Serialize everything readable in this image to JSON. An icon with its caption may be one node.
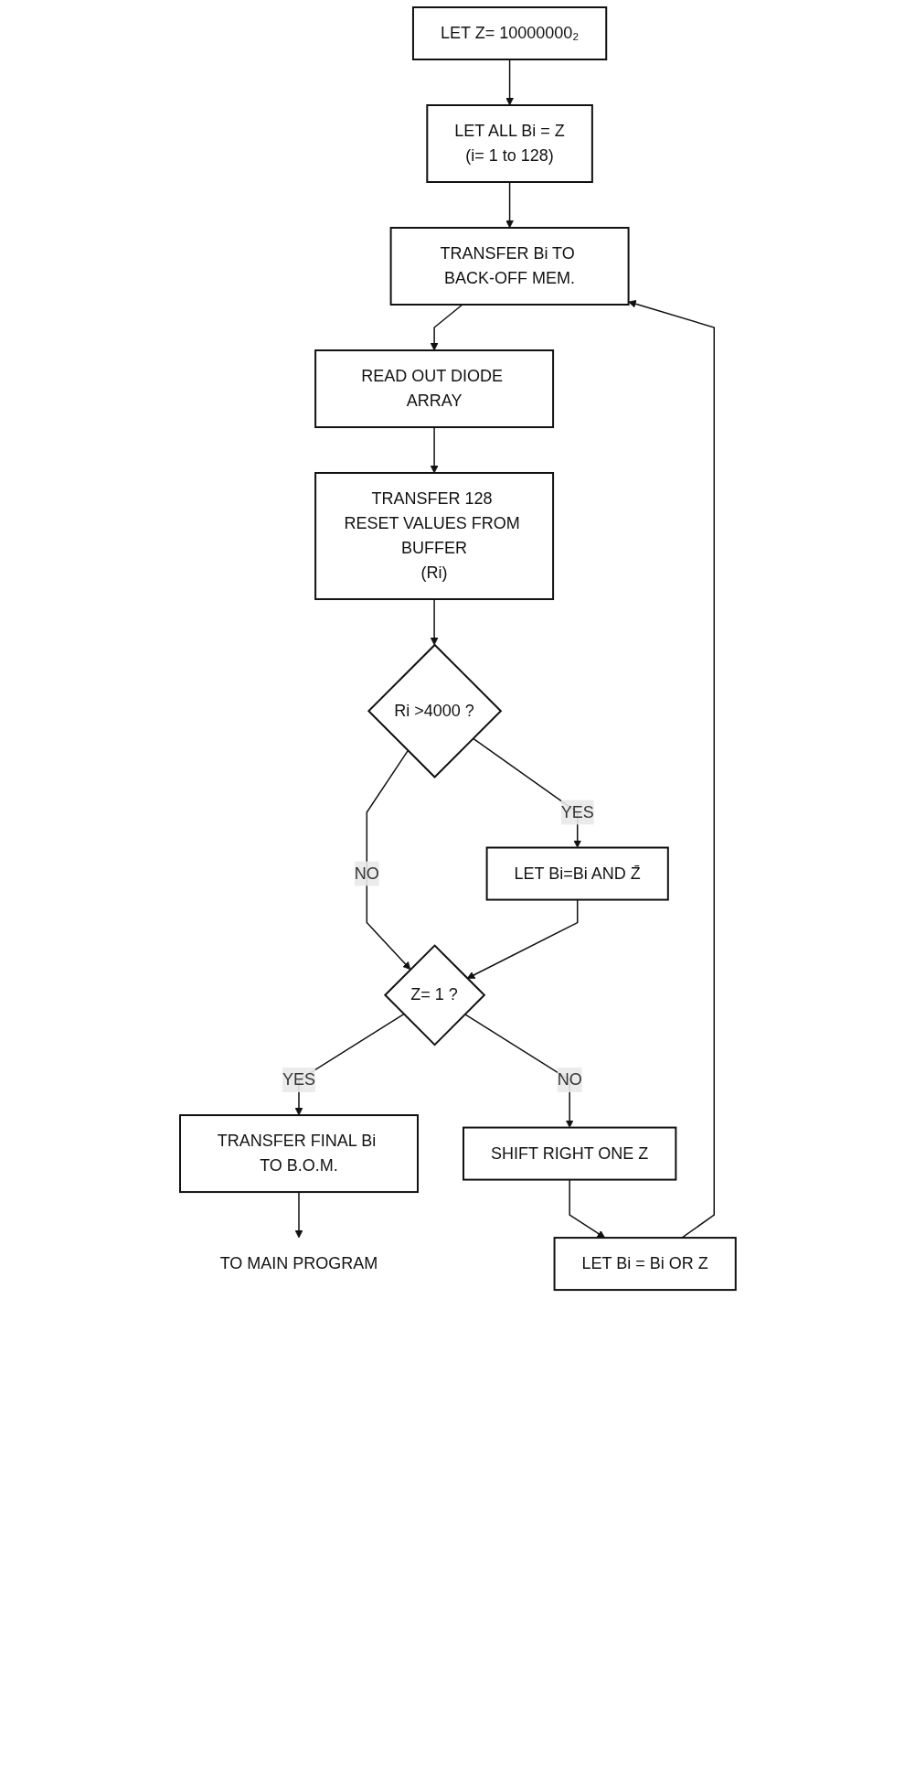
{
  "diagram": {
    "nodes": [
      {
        "text": [
          "LET Z= 10000000₂"
        ]
      },
      {
        "text": [
          "LET ALL Bi = Z",
          "(i= 1 to 128)"
        ]
      },
      {
        "text": [
          "TRANSFER Bi TO BACK-OFF MEM."
        ]
      },
      {
        "text": [
          "READ OUT DIODE ARRAY"
        ]
      },
      {
        "text": [
          "TRANSFER 128 RESET VALUES FROM BUFFER",
          "(Ri)"
        ]
      },
      {
        "text": [
          "Ri >4000 ?"
        ]
      },
      {
        "text": [
          "LET Bi=Bi AND Z̄"
        ]
      },
      {
        "text": [
          "Z= 1 ?"
        ]
      },
      {
        "text": [
          "SHIFT RIGHT ONE Z"
        ]
      },
      {
        "text": [
          "LET Bi = Bi OR Z"
        ]
      },
      {
        "text": [
          "TRANSFER FINAL Bi TO B.O.M."
        ]
      },
      {
        "text": [
          "TO MAIN PROGRAM"
        ]
      }
    ],
    "edges": [
      {
        "from": 0,
        "to": 1,
        "arrow": "to"
      },
      {
        "from": 1,
        "to": 2,
        "arrow": "to"
      },
      {
        "from": 2,
        "to": 3,
        "arrow": "to"
      },
      {
        "from": 3,
        "to": 4,
        "arrow": "to"
      },
      {
        "from": 4,
        "to": 5,
        "arrow": "to"
      },
      {
        "from": 5,
        "to": 6,
        "arrow": "to",
        "label": "YES"
      },
      {
        "from": 5,
        "to": 7,
        "arrow": "to",
        "label": "NO"
      },
      {
        "from": 6,
        "to": 7,
        "arrow": "to"
      },
      {
        "from": 7,
        "to": 10,
        "arrow": "to",
        "label": "YES"
      },
      {
        "from": 7,
        "to": 8,
        "arrow": "to",
        "label": "NO"
      },
      {
        "from": 8,
        "to": 9,
        "arrow": "to"
      },
      {
        "from": 9,
        "to": 2,
        "arrow": "to"
      },
      {
        "from": 10,
        "to": 11,
        "arrow": "to"
      }
    ]
  }
}
